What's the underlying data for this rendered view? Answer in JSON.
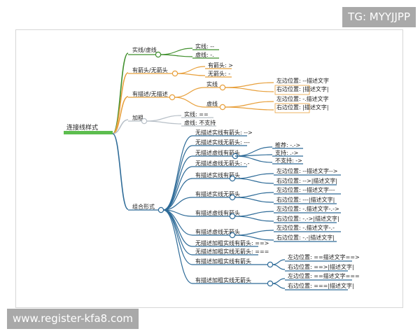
{
  "overlay": {
    "tg": "TG: MYYJJPP",
    "url": "www.register-kfa8.com"
  },
  "mindmap": {
    "root": "连接线样式",
    "colors": {
      "green": "#3f8f2c",
      "orange": "#e8a03c",
      "gray": "#b8c0c8",
      "blue": "#2e6b98",
      "root": "#5cbd4e"
    },
    "branches": {
      "solid_dashed": {
        "label": "实线/虚线",
        "children": [
          "实线: --",
          "虚线: -."
        ]
      },
      "arrow": {
        "label": "有箭头/无箭头",
        "children": [
          "有箭头: >",
          "无箭头: -"
        ]
      },
      "desc": {
        "label": "有描述/无描述",
        "solid": {
          "label": "实线",
          "children": [
            "左边位置: --描述文字",
            "右边位置: |描述文字|"
          ]
        },
        "dashed": {
          "label": "虚线",
          "children": [
            "左边位置: -.描述文字",
            "右边位置: |描述文字|"
          ]
        }
      },
      "bold": {
        "label": "加粗",
        "children": [
          "实线: ==",
          "虚线: 不支持"
        ]
      },
      "combo": {
        "label": "组合形式",
        "items": [
          "无描述实线有箭头: -->",
          "无描述实线无箭头: ---",
          "无描述虚线有箭头",
          "无描述虚线无箭头: -.-",
          "有描述实线有箭头",
          "有描述实线无箭头",
          "有描述虚线有箭头",
          "有描述虚线无箭头",
          "无描述加粗实线有箭头: ==>",
          "无描述加粗实线无箭头: ===",
          "有描述加粗实线有箭头",
          "有描述加粗实线无箭头"
        ],
        "dashed_arrow_children": [
          "推荐: -.->",
          "支持: .->",
          "不支持: ->"
        ],
        "details": {
          "solid_arrow": [
            "左边位置: --描述文字-->",
            "右边位置: -->|描述文字|"
          ],
          "solid_noarrow": [
            "左边位置: --描述文字---",
            "右边位置: ---|描述文字|"
          ],
          "dashed_arrow": [
            "左边位置: -.描述文字-.->",
            "右边位置: -.->|描述文字|"
          ],
          "dashed_noarrow": [
            "左边位置: -.描述文字-.-",
            "右边位置: -.-|描述文字|"
          ],
          "bold_arrow": [
            "左边位置: ==描述文字==>",
            "右边位置: ==>|描述文字|"
          ],
          "bold_noarrow": [
            "左边位置: ==描述文字===",
            "右边位置: ===|描述文字|"
          ]
        }
      }
    }
  }
}
